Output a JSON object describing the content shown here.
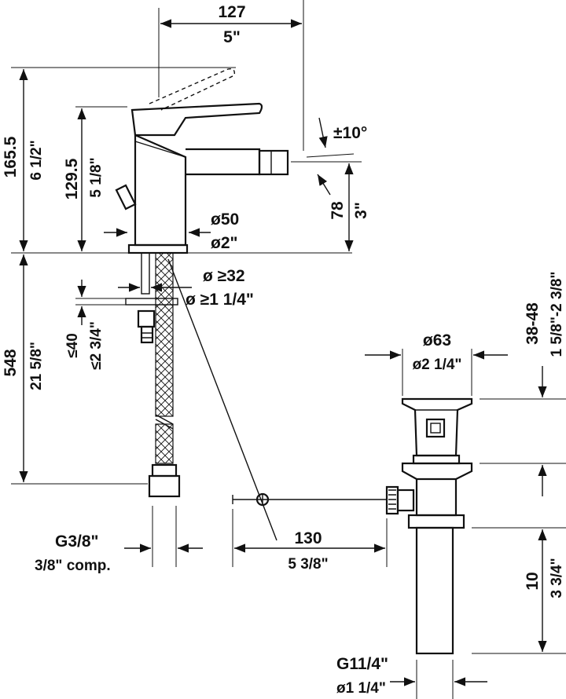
{
  "drawing": {
    "top_width_mm": "127",
    "top_width_in": "5\"",
    "total_height_mm": "165.5",
    "total_height_in": "6 1/2\"",
    "spout_height_mm": "129.5",
    "spout_height_in": "5 1/8\"",
    "tilt": "±10°",
    "outlet_height_mm": "78",
    "outlet_height_in": "3\"",
    "base_dia_mm": "ø50",
    "base_dia_in": "ø2\"",
    "hole_dia_mm": "ø ≥32",
    "hole_dia_in": "ø ≥1 1/4\"",
    "deck_thick_mm": "≤40",
    "deck_thick_in": "≤2 3/4\"",
    "hose_len_mm": "548",
    "hose_len_in": "21 5/8\"",
    "connection": "G3/8\"",
    "connection_comp": "3/8\" comp.",
    "rod_len_mm": "130",
    "rod_len_in": "5 3/8\"",
    "waste_dia_mm": "ø63",
    "waste_dia_in": "ø2 1/4\"",
    "waste_range_mm": "38-48",
    "waste_range_in": "1 5/8\"-2 3/8\"",
    "tail_len_mm": "10",
    "tail_len_in": "3 3/4\"",
    "thread": "G11/4\"",
    "thread_dia": "ø1 1/4\""
  }
}
